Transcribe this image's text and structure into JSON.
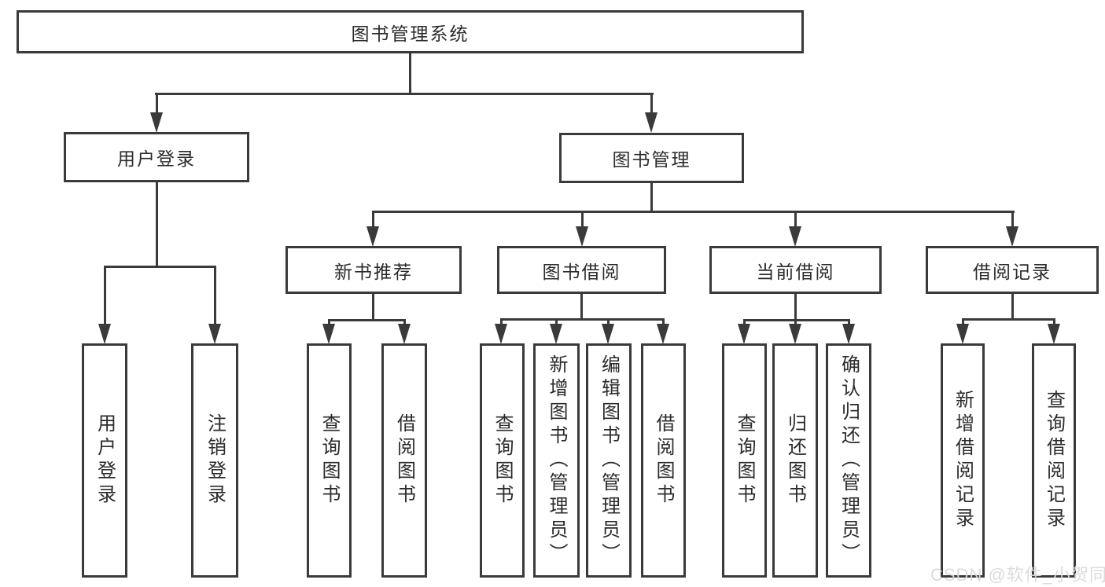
{
  "diagram": {
    "title": "图书管理系统",
    "root": {
      "label": "图书管理系统"
    },
    "user_branch": {
      "label": "用户登录",
      "children": [
        "用户登录",
        "注销登录"
      ]
    },
    "mgmt_branch": {
      "label": "图书管理",
      "modules": [
        {
          "label": "新书推荐",
          "children": [
            "查询图书",
            "借阅图书"
          ]
        },
        {
          "label": "图书借阅",
          "children": [
            "查询图书",
            "新增图书（管理员）",
            "编辑图书（管理员）",
            "借阅图书"
          ]
        },
        {
          "label": "当前借阅",
          "children": [
            "查询图书",
            "归还图书",
            "确认归还（管理员）"
          ]
        },
        {
          "label": "借阅记录",
          "children": [
            "新增借阅记录",
            "查询借阅记录"
          ]
        }
      ]
    }
  },
  "colors": {
    "line": "#3a3a3a",
    "text": "#2b2b2b",
    "watermark": "#dadada"
  },
  "watermark": {
    "text": "CSDN @软件_小贺同学"
  }
}
